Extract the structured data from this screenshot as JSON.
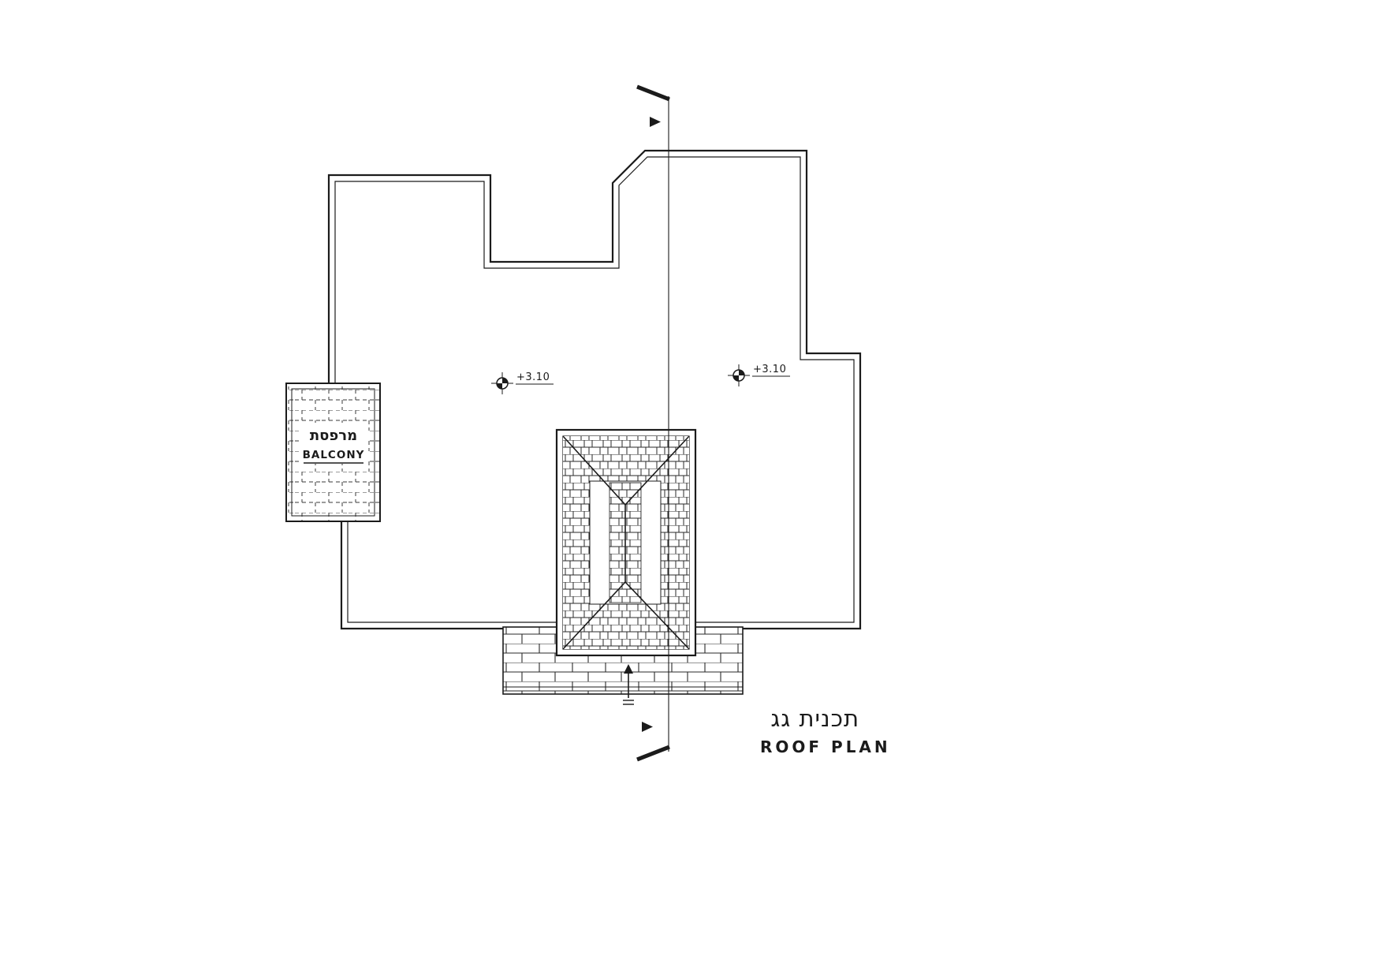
{
  "drawing": {
    "title_hebrew": "תכנית גג",
    "title_english": "ROOF PLAN",
    "balcony": {
      "label_hebrew": "מרפסת",
      "label_english": "BALCONY"
    },
    "elevation_markers": [
      {
        "label": "+3.10"
      },
      {
        "label": "+3.10"
      }
    ]
  },
  "colors": {
    "line": "#1b1b1b",
    "background": "#ffffff"
  }
}
